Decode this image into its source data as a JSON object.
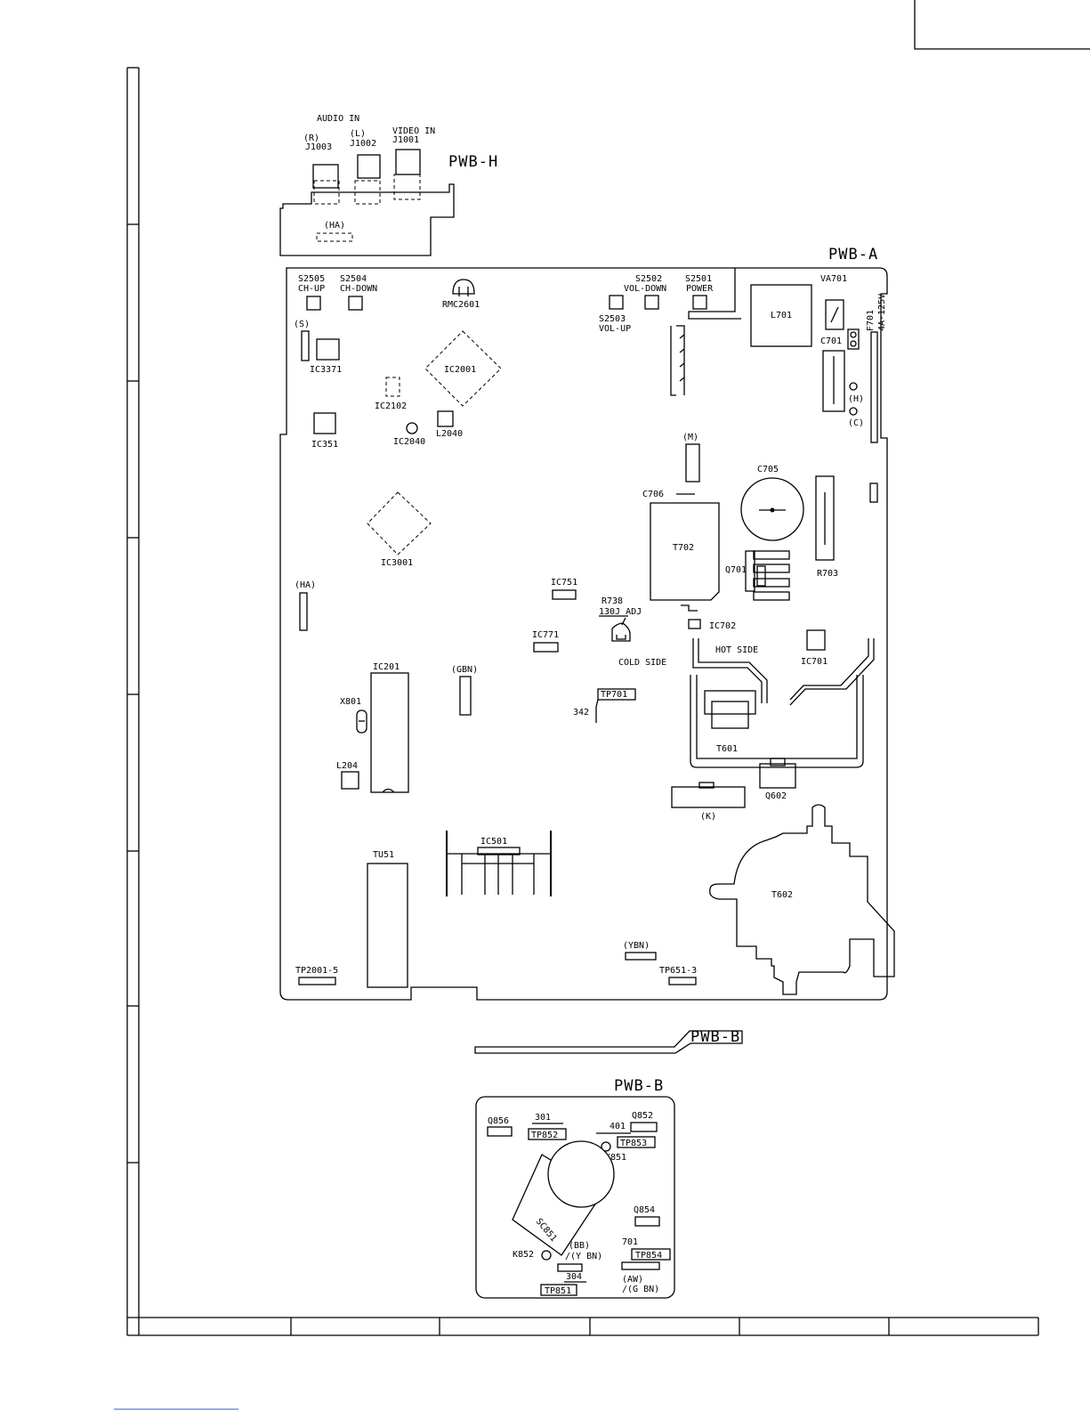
{
  "boards": {
    "pwb_h": "PWB-H",
    "pwb_a": "PWB-A",
    "pwb_b_ref": "PWB-B",
    "pwb_b": "PWB-B"
  },
  "pwb_h": {
    "audio_in": "AUDIO IN",
    "video_in": "VIDEO IN",
    "r": "(R)",
    "l": "(L)",
    "j1003": "J1003",
    "j1002": "J1002",
    "j1001": "J1001",
    "ha": "(HA)"
  },
  "pwb_a": {
    "s2505": "S2505",
    "ch_up": "CH-UP",
    "s2504": "S2504",
    "ch_down": "CH-DOWN",
    "rmc2601": "RMC2601",
    "s2502": "S2502",
    "vol_down": "VOL-DOWN",
    "s2501": "S2501",
    "power": "POWER",
    "s2503": "S2503",
    "vol_up": "VOL-UP",
    "l701": "L701",
    "va701": "VA701",
    "f701": "F701",
    "f701_rating": "4A-125V",
    "c701": "C701",
    "h": "(H)",
    "c": "(C)",
    "s": "(S)",
    "ic3371": "IC3371",
    "ic2001": "IC2001",
    "ic2102": "IC2102",
    "ic2040": "IC2040",
    "l2040": "L2040",
    "ic351": "IC351",
    "m": "(M)",
    "c705": "C705",
    "c706": "C706",
    "t702": "T702",
    "q701": "Q701",
    "r703": "R703",
    "ic3001": "IC3001",
    "ha": "(HA)",
    "ic751": "IC751",
    "r738": "R738",
    "adj": "130J ADJ",
    "ic702": "IC702",
    "ic771": "IC771",
    "hot_side": "HOT SIDE",
    "cold_side": "COLD SIDE",
    "ic701": "IC701",
    "ic201": "IC201",
    "gbn": "(GBN)",
    "tp701": "TP701",
    "n342": "342",
    "x801": "X801",
    "t601": "T601",
    "l204": "L204",
    "q602": "Q602",
    "k": "(K)",
    "ic501": "IC501",
    "tu51": "TU51",
    "t602": "T602",
    "ybn": "(YBN)",
    "tp2001": "TP2001-5",
    "tp651": "TP651-3"
  },
  "pwb_b": {
    "q856": "Q856",
    "n301": "301",
    "tp852": "TP852",
    "n401": "401",
    "q852": "Q852",
    "tp853": "TP853",
    "k851": "K851",
    "sc851": "SC851",
    "q854": "Q854",
    "n701": "701",
    "tp854": "TP854",
    "k852": "K852",
    "bb": "(BB)",
    "y_bn": "/(Y BN)",
    "aw": "(AW)",
    "g_bn": "/(G BN)",
    "n304": "304",
    "tp851": "TP851"
  }
}
